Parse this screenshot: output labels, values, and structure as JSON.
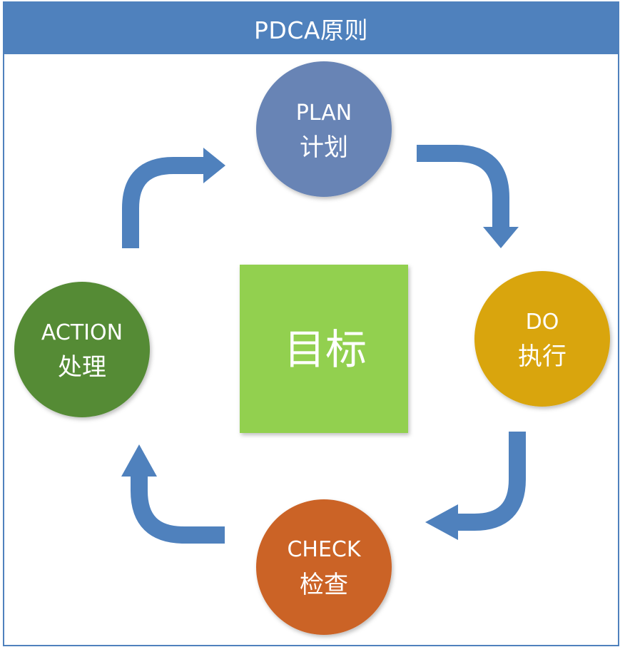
{
  "title": "PDCA原则",
  "center": {
    "label": "目标"
  },
  "nodes": {
    "plan": {
      "en": "PLAN",
      "zh": "计划"
    },
    "do": {
      "en": "DO",
      "zh": "执行"
    },
    "check": {
      "en": "CHECK",
      "zh": "检查"
    },
    "action": {
      "en": "ACTION",
      "zh": "处理"
    }
  },
  "colors": {
    "frame": "#4f81bd",
    "arrow": "#4f81bd",
    "plan": "#6784b5",
    "do": "#d9a511",
    "check": "#cb6328",
    "action": "#558b36",
    "center": "#92d050"
  }
}
